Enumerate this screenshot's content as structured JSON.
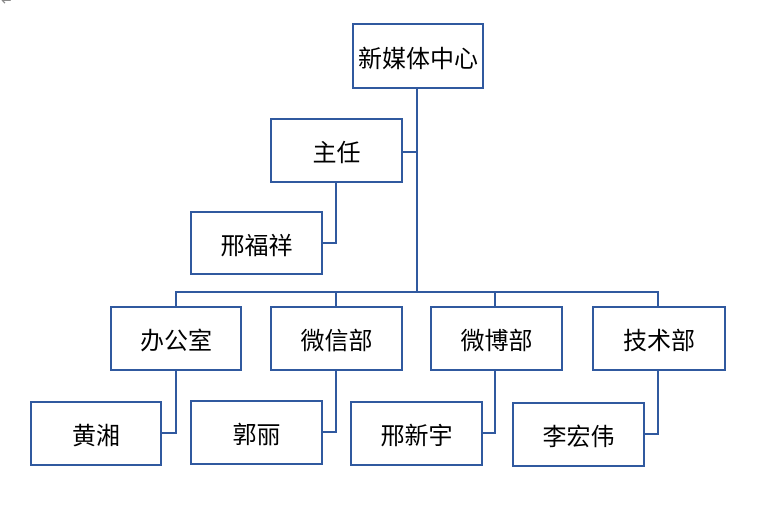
{
  "canvas": {
    "background": "#ffffff",
    "line_color": "#30599F",
    "text_color": "#000000"
  },
  "editor_artifacts": {
    "paragraph_mark": "↵"
  },
  "org_chart": {
    "nodes": {
      "root": {
        "label": "新媒体中心"
      },
      "director": {
        "label": "主任"
      },
      "director_staff": {
        "label": "邢福祥"
      },
      "dept_office": {
        "label": "办公室"
      },
      "dept_wechat": {
        "label": "微信部"
      },
      "dept_weibo": {
        "label": "微博部"
      },
      "dept_tech": {
        "label": "技术部"
      },
      "staff_office": {
        "label": "黄湘"
      },
      "staff_wechat": {
        "label": "郭丽"
      },
      "staff_weibo": {
        "label": "邢新宇"
      },
      "staff_tech": {
        "label": "李宏伟"
      }
    },
    "edges": [
      {
        "from": "root",
        "to": "director"
      },
      {
        "from": "director",
        "to": "director_staff"
      },
      {
        "from": "root",
        "to": "dept_office"
      },
      {
        "from": "root",
        "to": "dept_wechat"
      },
      {
        "from": "root",
        "to": "dept_weibo"
      },
      {
        "from": "root",
        "to": "dept_tech"
      },
      {
        "from": "dept_office",
        "to": "staff_office"
      },
      {
        "from": "dept_wechat",
        "to": "staff_wechat"
      },
      {
        "from": "dept_weibo",
        "to": "staff_weibo"
      },
      {
        "from": "dept_tech",
        "to": "staff_tech"
      }
    ]
  }
}
